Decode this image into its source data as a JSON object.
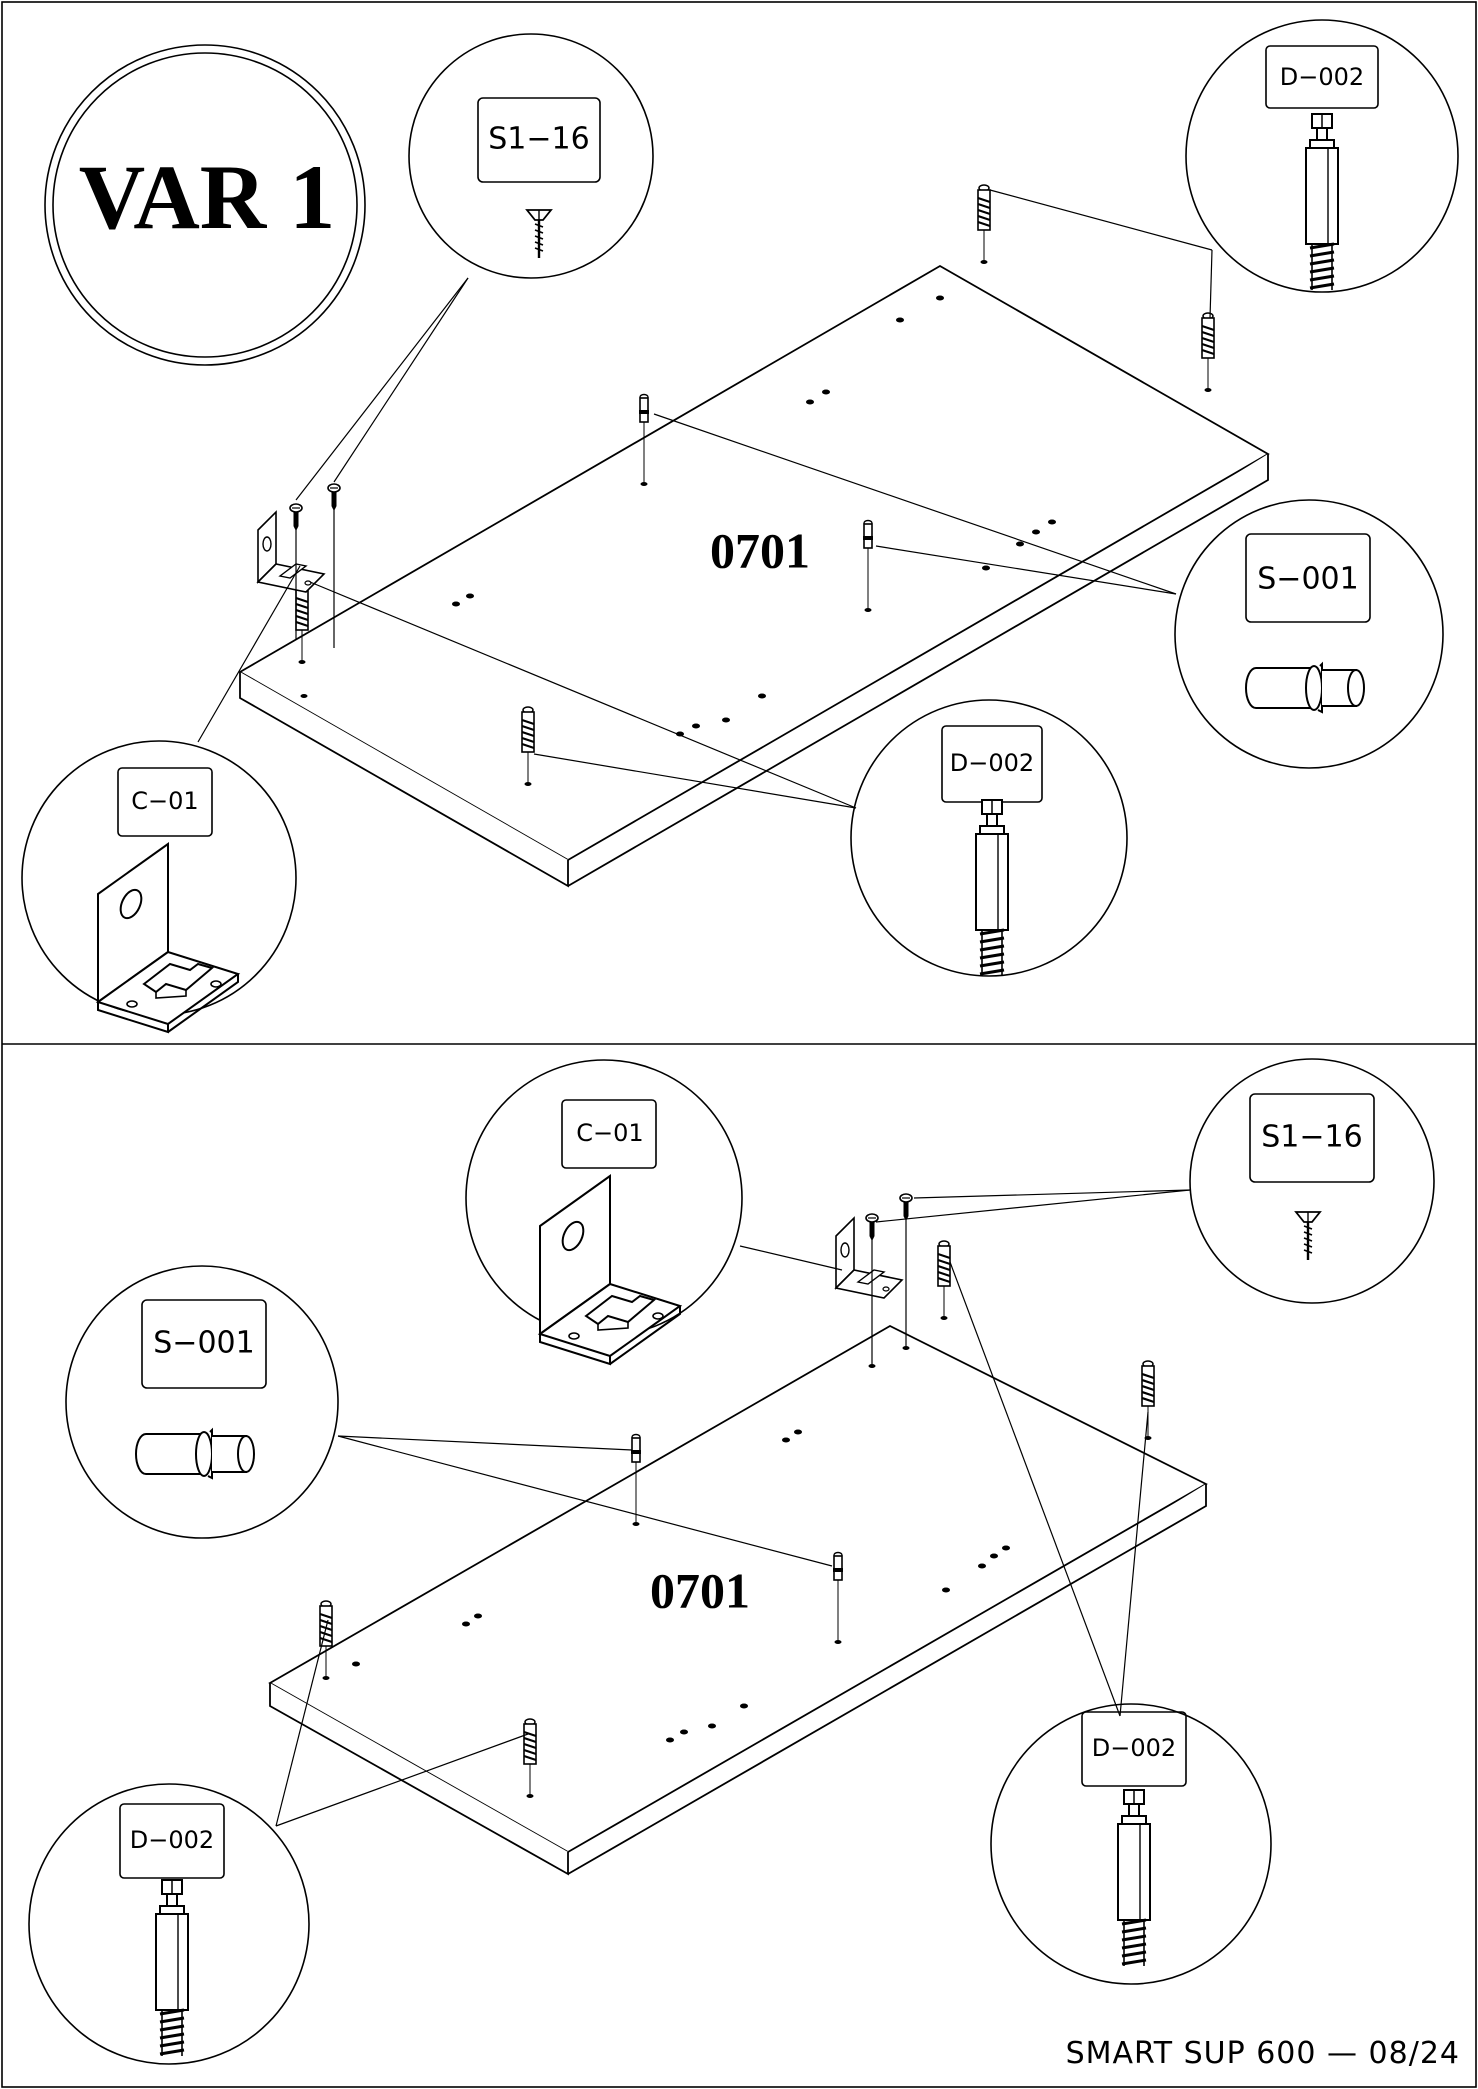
{
  "variant_label": "VAR 1",
  "footer": "SMART SUP 600 — 08/24",
  "panels": [
    {
      "part_number": "0701",
      "callouts": {
        "screw": "S1−16",
        "cam_top": "D−002",
        "shelf_pin": "S−001",
        "cam_bottom": "D−002",
        "bracket": "C−01"
      }
    },
    {
      "part_number": "0701",
      "callouts": {
        "bracket": "C−01",
        "screw": "S1−16",
        "shelf_pin": "S−001",
        "cam_right": "D−002",
        "cam_left": "D−002"
      }
    }
  ]
}
